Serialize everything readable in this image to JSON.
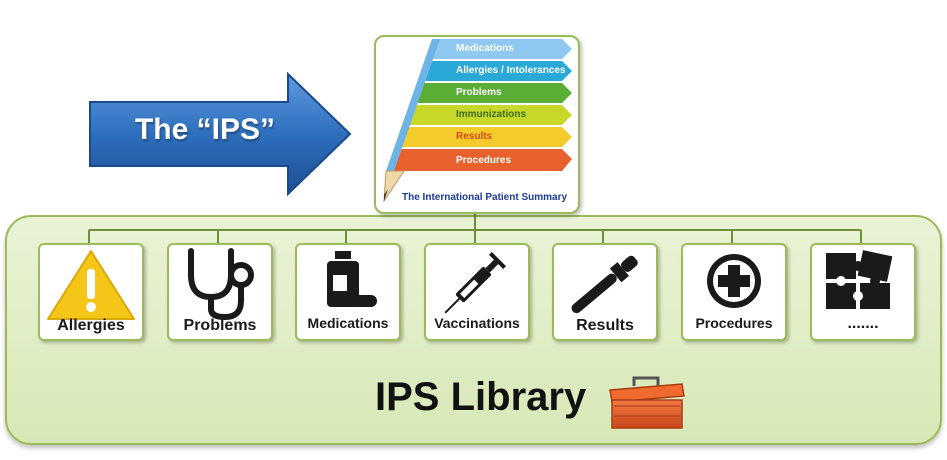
{
  "arrow": {
    "label": "The “IPS”"
  },
  "ips_card": {
    "sections": [
      "Medications",
      "Allergies / Intolerances",
      "Problems",
      "Immunizations",
      "Results",
      "Procedures"
    ],
    "caption": "The International Patient Summary"
  },
  "library": {
    "title": "IPS Library",
    "items": [
      {
        "label": "Allergies",
        "icon": "warning-icon"
      },
      {
        "label": "Problems",
        "icon": "stethoscope-icon"
      },
      {
        "label": "Medications",
        "icon": "pill-bottle-icon"
      },
      {
        "label": "Vaccinations",
        "icon": "syringe-icon"
      },
      {
        "label": "Results",
        "icon": "pipette-icon"
      },
      {
        "label": "Procedures",
        "icon": "medical-cross-icon"
      },
      {
        "label": ".......",
        "icon": "puzzle-icon"
      }
    ]
  },
  "colors": {
    "arrow_blue": "#2e6fbd",
    "panel_green": "#d7e8b6",
    "border_green": "#9bbb59",
    "warning_yellow": "#f5c518",
    "toolbox_orange": "#e8602c"
  }
}
